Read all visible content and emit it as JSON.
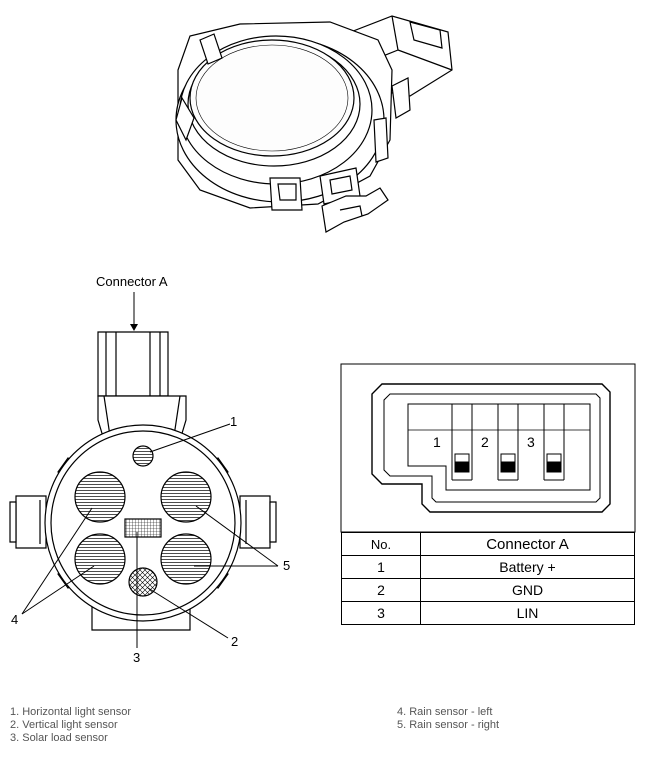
{
  "connector_title": "Connector A",
  "callouts": [
    "1",
    "2",
    "3",
    "4",
    "5"
  ],
  "connector_pins": [
    "1",
    "2",
    "3"
  ],
  "table": {
    "headers": [
      "No.",
      "Connector A"
    ],
    "rows": [
      {
        "no": "1",
        "name": "Battery +"
      },
      {
        "no": "2",
        "name": "GND"
      },
      {
        "no": "3",
        "name": "LIN"
      }
    ]
  },
  "legend": {
    "left": [
      "1. Horizontal light sensor",
      "2. Vertical light sensor",
      "3. Solar load sensor"
    ],
    "right": [
      "4. Rain sensor - left",
      "5. Rain sensor - right"
    ]
  }
}
